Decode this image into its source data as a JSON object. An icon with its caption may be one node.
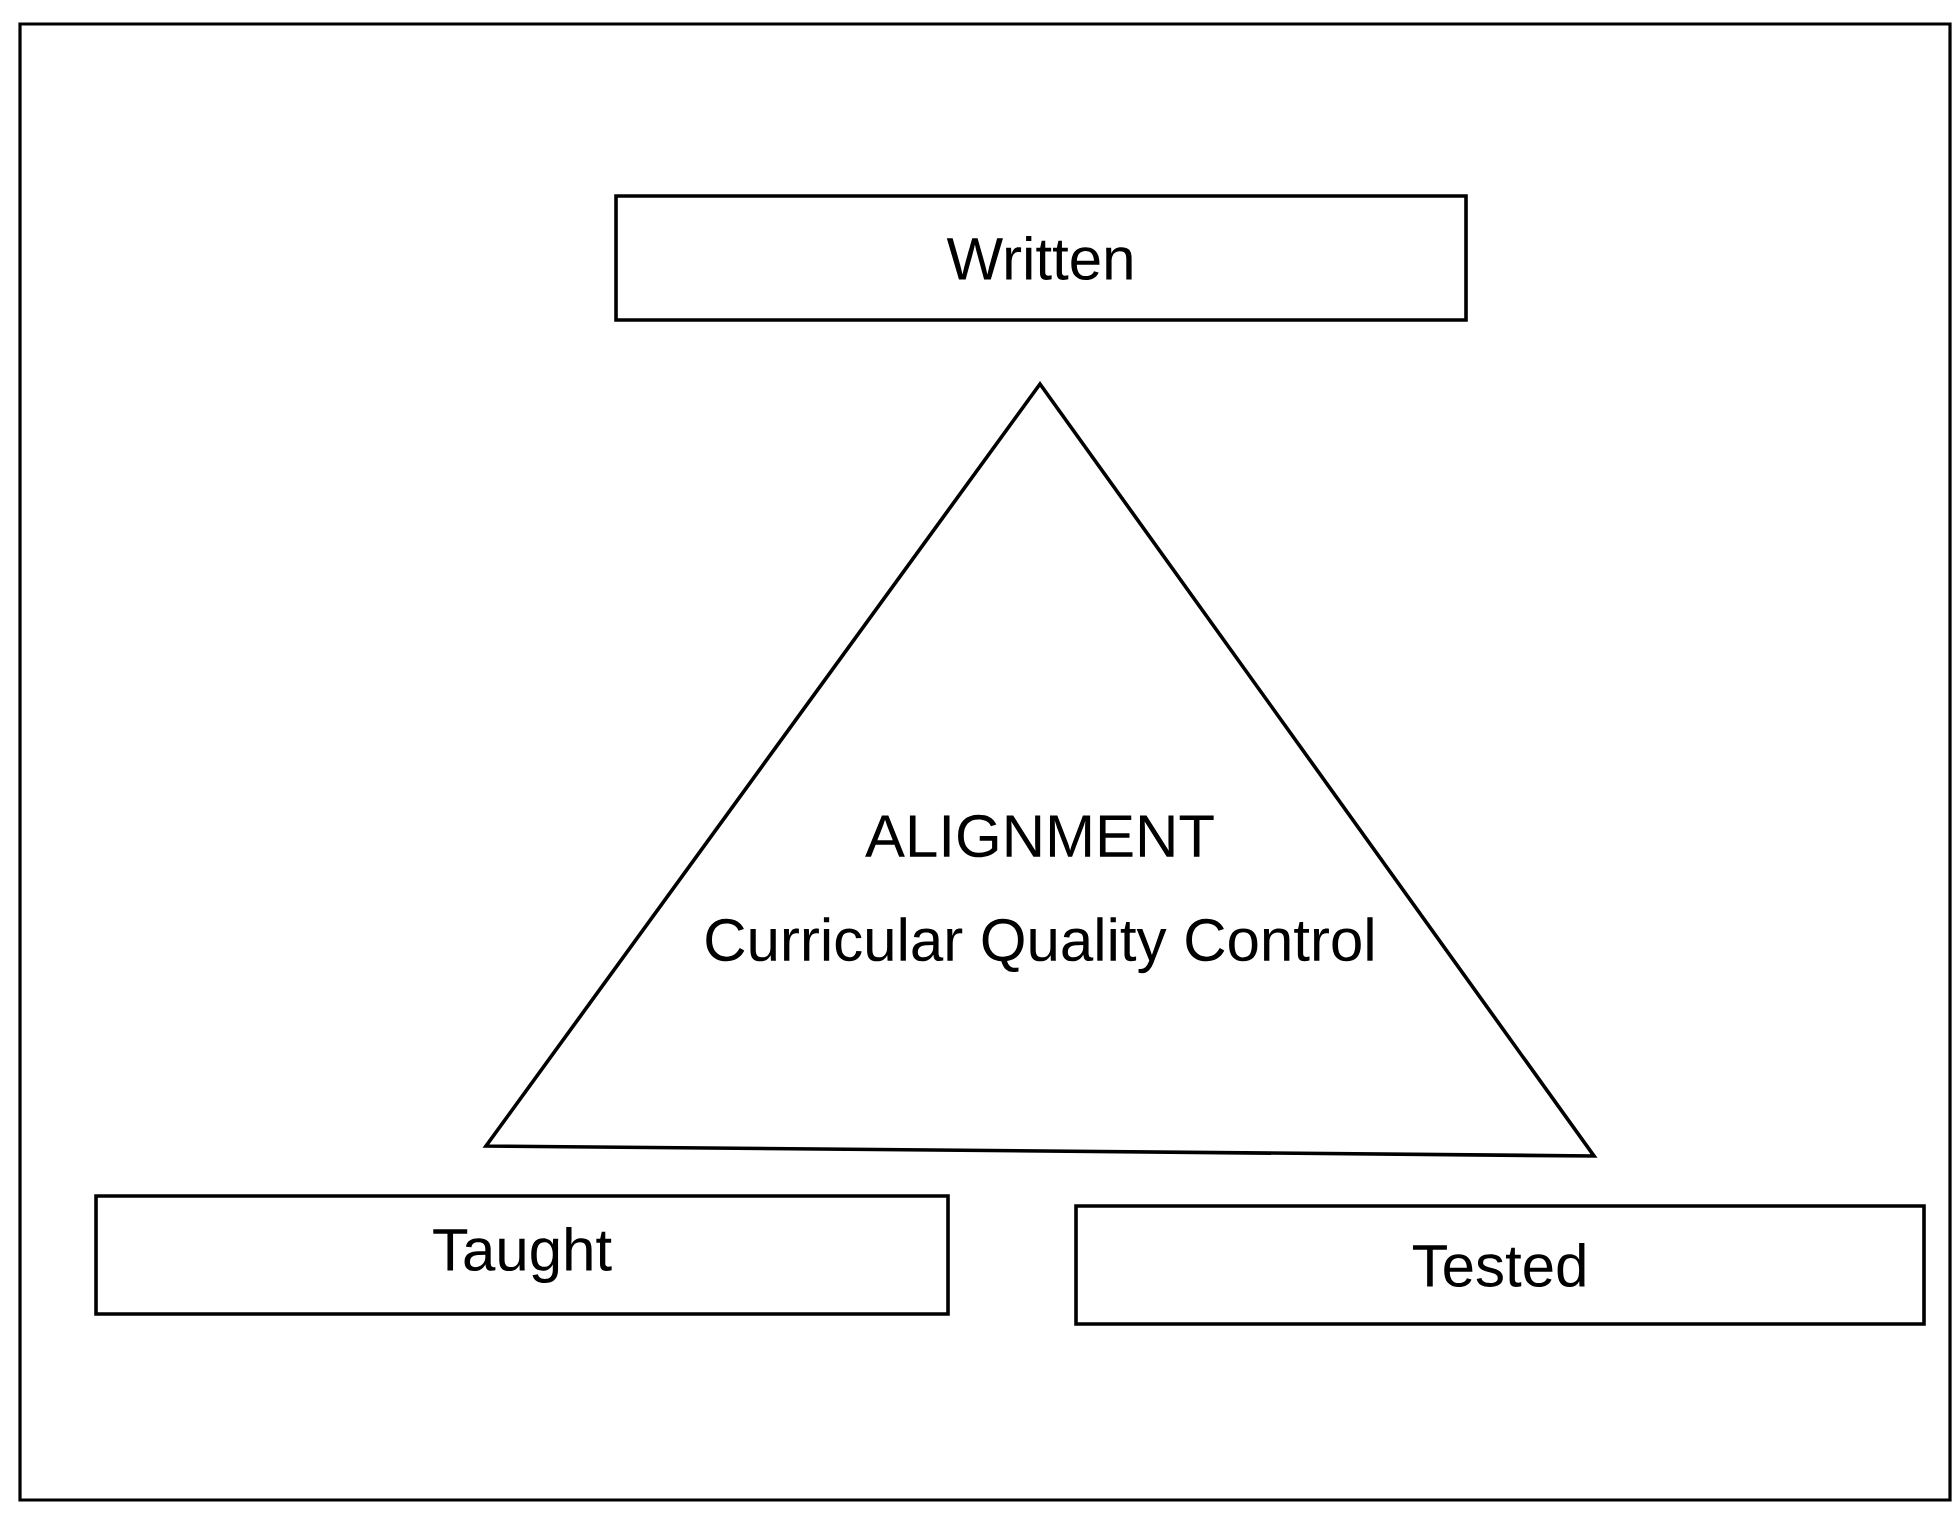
{
  "diagram": {
    "nodes": [
      {
        "text": [
          "Written"
        ]
      },
      {
        "text": [
          "ALIGNMENT",
          "Curricular Quality Control"
        ]
      },
      {
        "text": [
          "Taught"
        ]
      },
      {
        "text": [
          "Tested"
        ]
      }
    ]
  }
}
